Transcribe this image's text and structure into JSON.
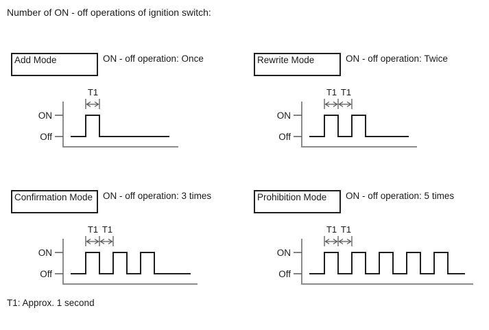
{
  "title": "Number of ON - off operations of ignition switch:",
  "footnote": "T1: Approx. 1 second",
  "axis_labels": {
    "on": "ON",
    "off": "Off"
  },
  "t1_label": "T1",
  "colors": {
    "background": "#ffffff",
    "text": "#1a1a1a",
    "waveform": "#1f1f1f",
    "axis": "#8c8c8c",
    "dimension": "#595959",
    "box_border": "#1f1f1f"
  },
  "modes": [
    {
      "name": "Add Mode",
      "operation": "ON - off operation: Once",
      "pulses": 1,
      "t1_spans": 1,
      "baseline_end": 207,
      "axis_end": 220
    },
    {
      "name": "Rewrite Mode",
      "operation": "ON - off operation: Twice",
      "pulses": 2,
      "t1_spans": 2,
      "baseline_end": 208,
      "axis_end": 220
    },
    {
      "name": "Confirmation Mode",
      "operation": "ON - off operation: 3 times",
      "pulses": 3,
      "t1_spans": 2,
      "baseline_end": 238,
      "axis_end": 248
    },
    {
      "name": "Prohibition Mode",
      "operation": "ON - off operation: 5 times",
      "pulses": 5,
      "t1_spans": 2,
      "baseline_end": 290,
      "axis_end": 302
    }
  ]
}
